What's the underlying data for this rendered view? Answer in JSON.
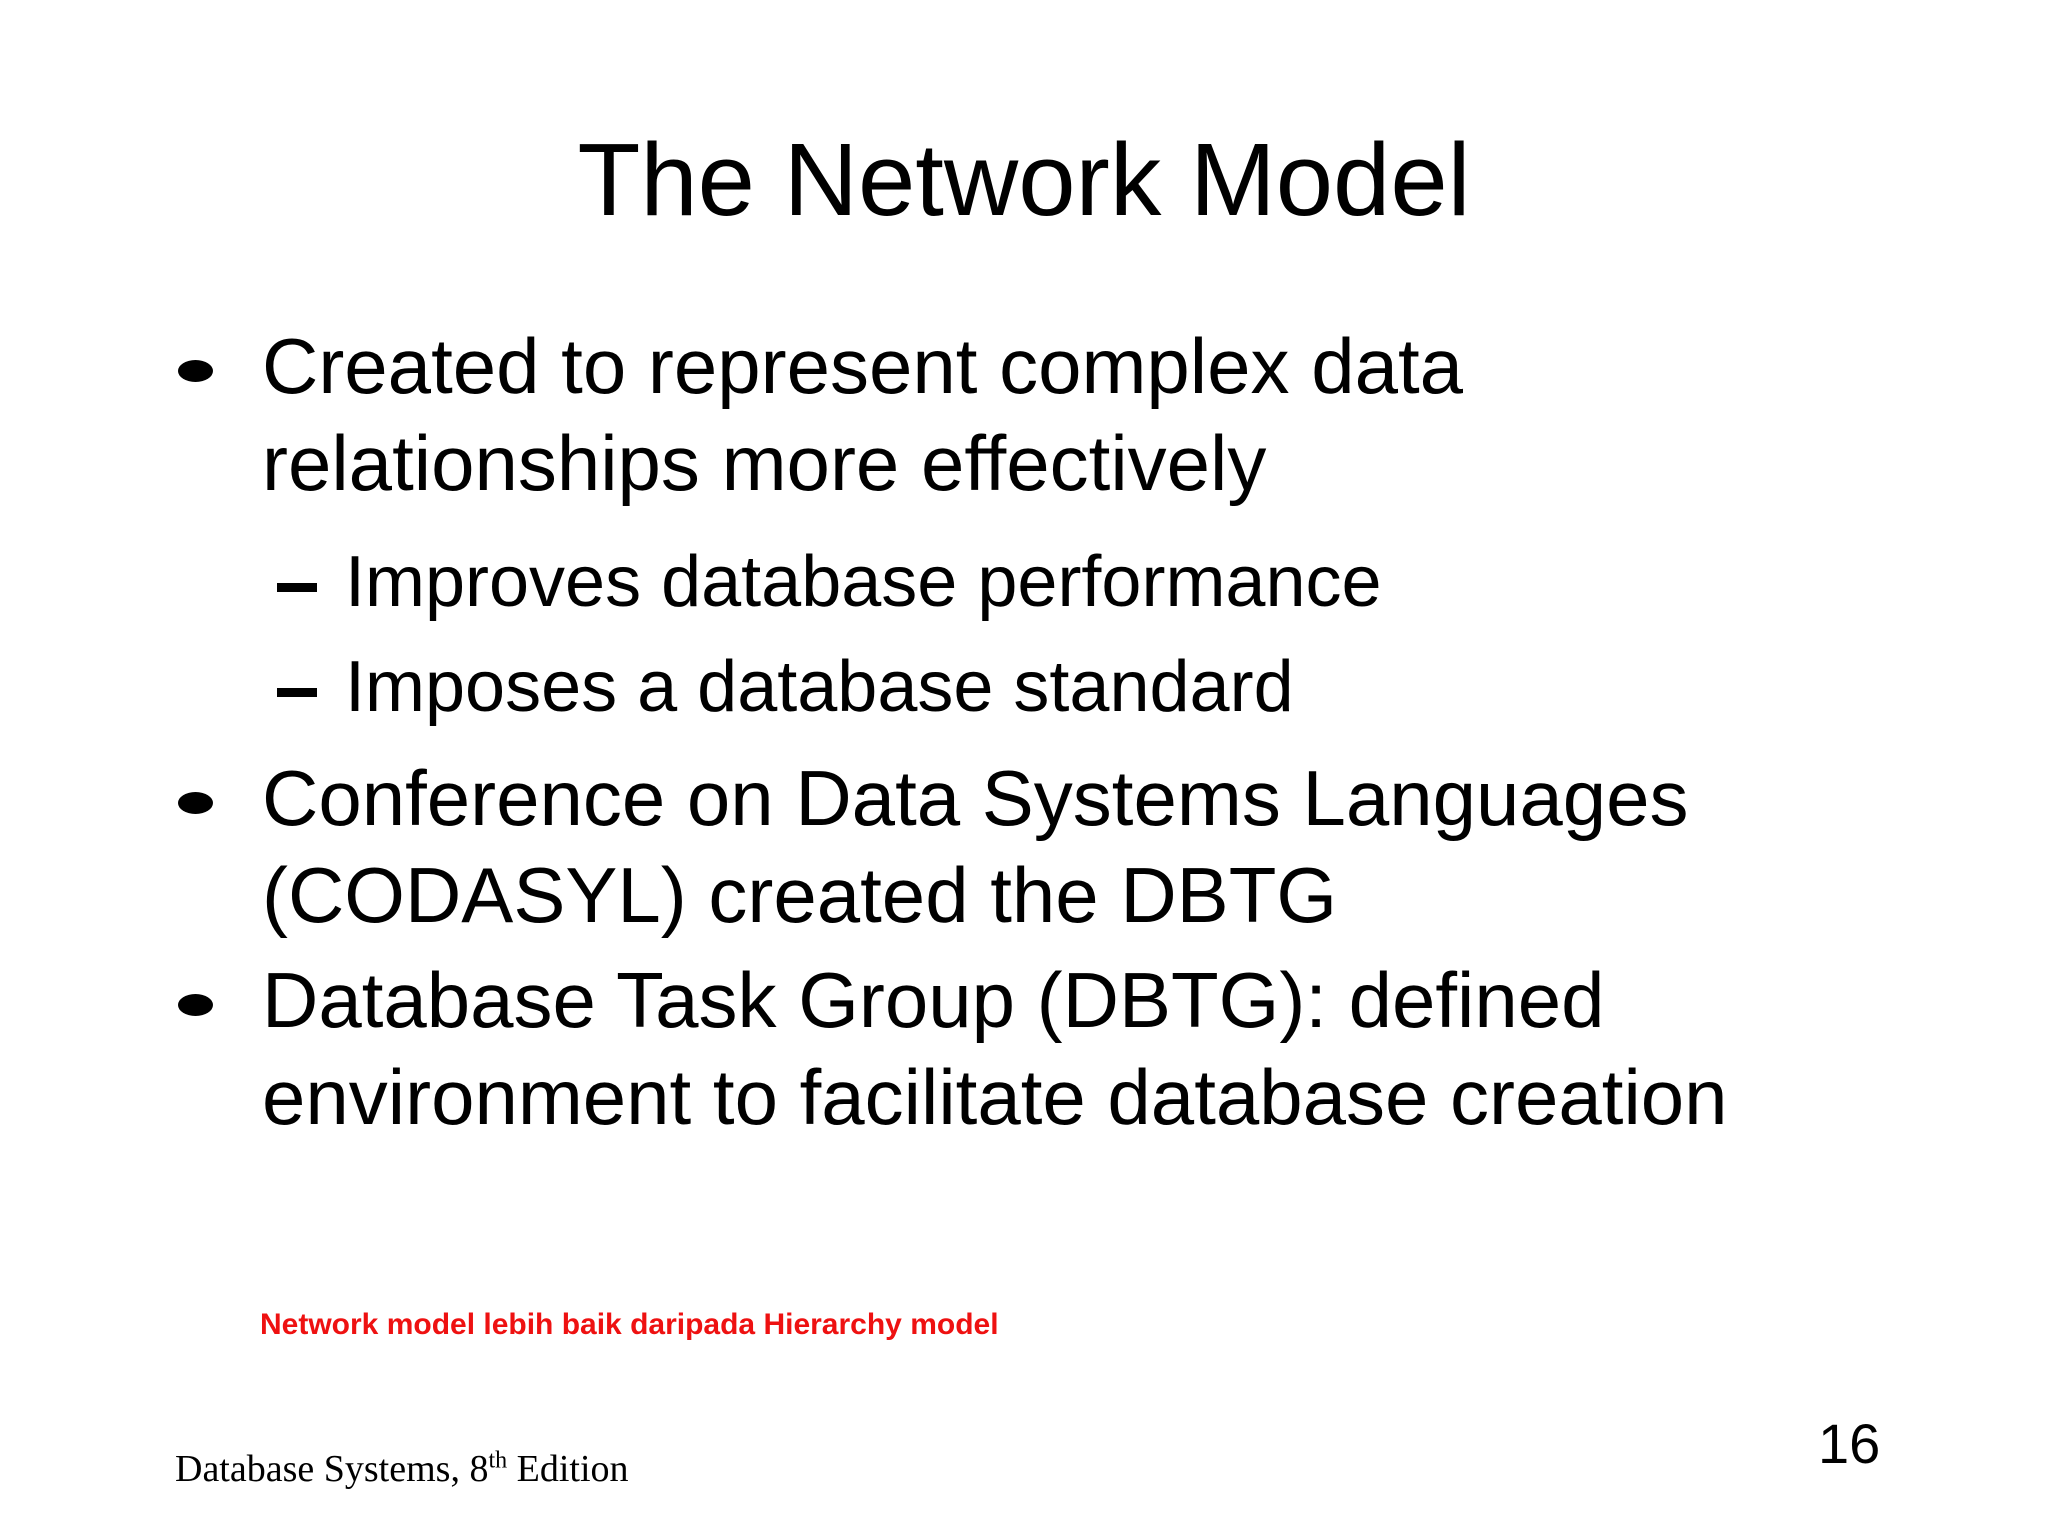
{
  "slide": {
    "title": "The Network Model",
    "bullets": [
      {
        "text": "Created to represent complex data relationships more effectively",
        "sub": [
          "Improves database performance",
          "Imposes a database standard"
        ]
      },
      {
        "text": "Conference on Data Systems Languages (CODASYL) created the DBTG",
        "sub": []
      },
      {
        "text": "Database Task Group (DBTG): defined environment to facilitate database creation",
        "sub": []
      }
    ],
    "annotation": {
      "text": "Network model lebih baik daripada Hierarchy model",
      "color": "#ee1111"
    },
    "footer": {
      "book_prefix": "Database Systems, 8",
      "superscript": "th",
      "book_suffix": " Edition",
      "page_number": "16"
    },
    "background_color": "#ffffff",
    "text_color": "#000000"
  }
}
